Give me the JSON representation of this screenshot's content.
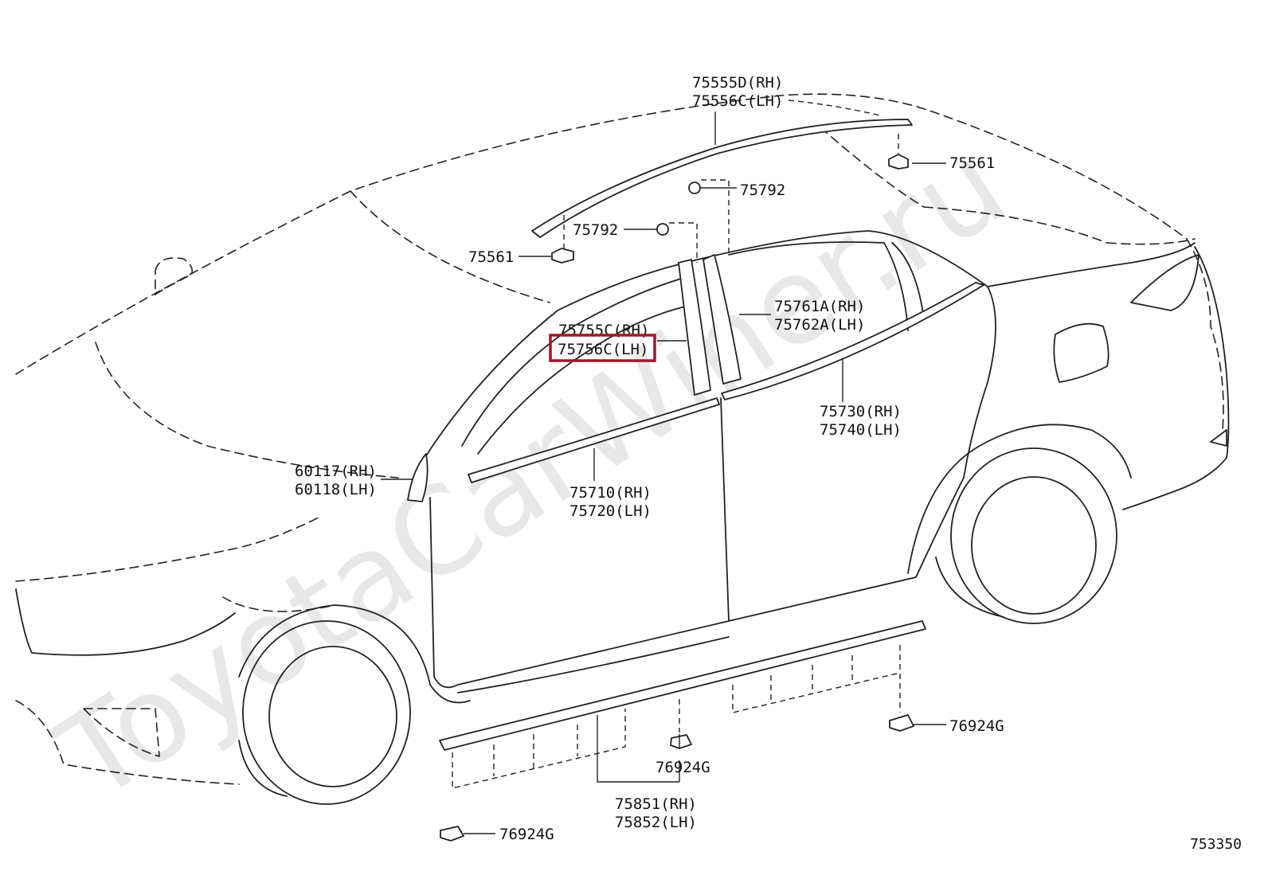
{
  "watermark": "ToyotaCarWiner.ru",
  "figure_number": "753350",
  "highlight_color": "#a0172e",
  "callouts": {
    "roof_rh": "75555D(RH)",
    "roof_lh": "75556C(LH)",
    "clip_rear": "75561",
    "clip_front": "75561",
    "grommet_b": "75792",
    "grommet_a": "75792",
    "pillar_rear_rh": "75761A(RH)",
    "pillar_rear_lh": "75762A(LH)",
    "pillar_front_rh": "75755C(RH)",
    "pillar_front_lh": "75756C(LH)",
    "belt_rear_rh": "75730(RH)",
    "belt_rear_lh": "75740(LH)",
    "corner_rh": "60117(RH)",
    "corner_lh": "60118(LH)",
    "belt_front_rh": "75710(RH)",
    "belt_front_lh": "75720(LH)",
    "nut_right": "76924G",
    "nut_mid": "76924G",
    "nut_left": "76924G",
    "rocker_rh": "75851(RH)",
    "rocker_lh": "75852(LH)"
  }
}
